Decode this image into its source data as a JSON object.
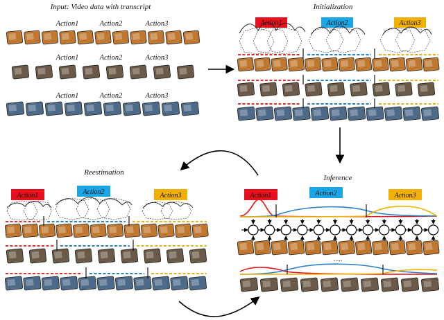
{
  "panels": {
    "input": {
      "title": "Input: Video data  with transcript"
    },
    "initialization": {
      "title": "Initialization"
    },
    "reestimation": {
      "title": "Reestimation"
    },
    "inference": {
      "title": "Inference"
    }
  },
  "actions": [
    "Action1",
    "Action2",
    "Action3"
  ],
  "ellipsis": ".....",
  "colors": {
    "action1": "#e8101c",
    "action2": "#1aa6e6",
    "action3": "#f4b000",
    "redDash": "#e03030",
    "blueDash": "#2a7fc9",
    "yellowDash": "#e6b020",
    "frameVideo1": "#c07830",
    "frameVideo2": "#6b5a48",
    "frameVideo3": "#4d6a88"
  }
}
